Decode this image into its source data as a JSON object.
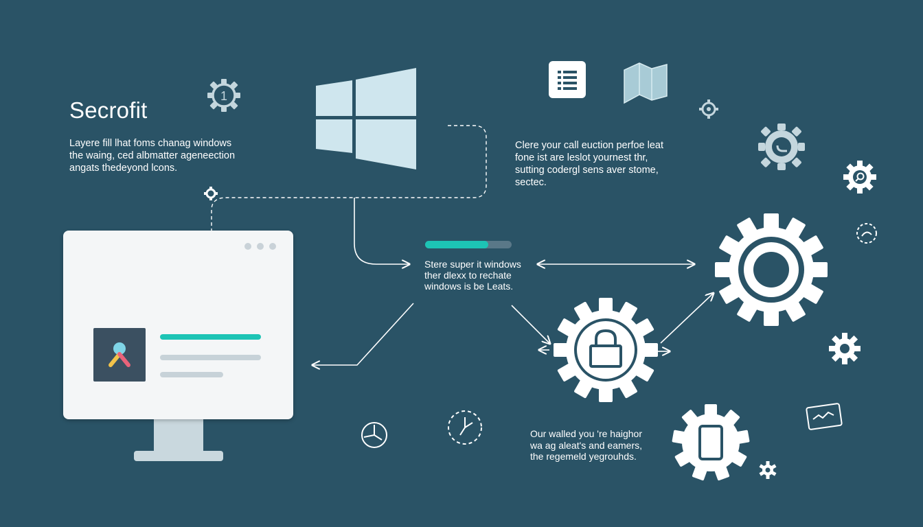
{
  "title": "Secrofit",
  "intro": {
    "lines": [
      "Layere fill lhat foms chanag windows",
      "the waing, ced albmatter ageneection",
      "angats thedeyond lcons."
    ]
  },
  "right_text": {
    "lines": [
      "Clere your call euction perfoe leat",
      "fone ist are leslot yournest thr,",
      "sutting codergl sens aver stome,",
      "sectec."
    ]
  },
  "center_text": {
    "lines": [
      "Stere super it windows",
      "ther dlexx to rechate",
      "windows is be Leats."
    ]
  },
  "bottom_text": {
    "lines": [
      "Our walled you 're haighor",
      "wa ag aleat's and eamers,",
      "the regemeld yegrouhds."
    ]
  },
  "badge_number": "1",
  "progress": {
    "fraction": 0.73
  },
  "colors": {
    "background": "#2a5366",
    "accent": "#1dc4b5",
    "card": "#f4f6f7",
    "line": "#ffffff"
  },
  "icons": [
    "gear-number-icon",
    "windows-logo-icon",
    "list-document-icon",
    "folded-map-icon",
    "small-gear-icon",
    "gear-wrench-icon",
    "gear-search-icon",
    "dashed-speech-icon",
    "large-ring-gear-icon",
    "lock-gear-icon",
    "phone-gear-icon",
    "white-gear-icon",
    "chart-tag-icon",
    "clock-icon",
    "dashed-clock-icon",
    "tiny-gear-icon",
    "monitor-icon"
  ]
}
